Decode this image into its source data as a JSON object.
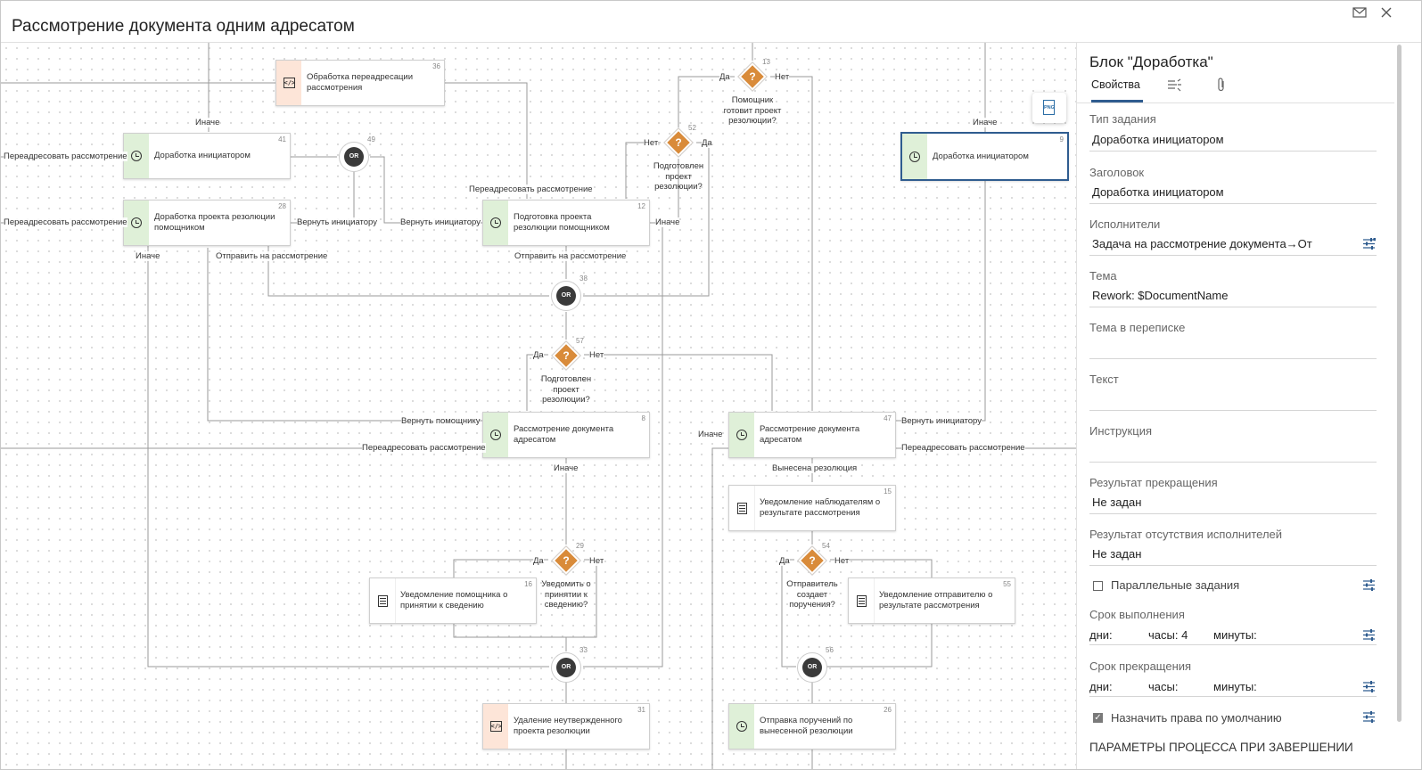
{
  "window": {
    "title": "Рассмотрение документа одним адресатом"
  },
  "blocks": {
    "b36": {
      "label": "Обработка переадресации рассмотрения",
      "num": "36"
    },
    "b41": {
      "label": "Доработка инициатором",
      "num": "41"
    },
    "b28": {
      "label": "Доработка проекта резолюции помощником",
      "num": "28"
    },
    "b12": {
      "label": "Подготовка проекта резолюции помощником",
      "num": "12"
    },
    "b9": {
      "label": "Доработка инициатором",
      "num": "9"
    },
    "b8": {
      "label": "Рассмотрение документа адресатом",
      "num": "8"
    },
    "b47": {
      "label": "Рассмотрение документа адресатом",
      "num": "47"
    },
    "b15": {
      "label": "Уведомление наблюдателям о результате рассмотрения",
      "num": "15"
    },
    "b16": {
      "label": "Уведомление помощника о принятии к сведению",
      "num": "16"
    },
    "b55": {
      "label": "Уведомление отправителю о результате рассмотрения",
      "num": "55"
    },
    "b31": {
      "label": "Удаление неутвержденного проекта резолюции",
      "num": "31"
    },
    "b26": {
      "label": "Отправка поручений по вынесенной резолюции",
      "num": "26"
    }
  },
  "ors": {
    "o49": "49",
    "o38": "38",
    "o33": "33",
    "o56": "56",
    "text": "OR"
  },
  "diamonds": {
    "d13": {
      "num": "13",
      "text": "Помощник готовит проект резолюции?"
    },
    "d52": {
      "num": "52",
      "text": "Подготовлен проект резолюции?"
    },
    "d57": {
      "num": "57",
      "text": "Подготовлен проект резолюции?"
    },
    "d29": {
      "num": "29",
      "text": "Уведомить о принятии к сведению?"
    },
    "d54": {
      "num": "54",
      "text": "Отправитель создает поручения?"
    },
    "q": "?"
  },
  "conn": {
    "inache": "Иначе",
    "readdress": "Переадресовать рассмотрение",
    "return_initiator": "Вернуть инициатору",
    "send_review": "Отправить на рассмотрение",
    "return_assistant": "Вернуть помощнику",
    "resolution": "Вынесена резолюция",
    "yes": "Да",
    "no": "Нет"
  },
  "panel": {
    "title": "Блок \"Доработка\"",
    "tab_props": "Свойства",
    "task_type_label": "Тип задания",
    "task_type_value": "Доработка инициатором",
    "header_label": "Заголовок",
    "header_value": "Доработка инициатором",
    "performers_label": "Исполнители",
    "performers_value": "Задача на рассмотрение документа→От",
    "subject_label": "Тема",
    "subject_value": "Rework: $DocumentName",
    "thread_label": "Тема в переписке",
    "text_label": "Текст",
    "instruction_label": "Инструкция",
    "abort_result_label": "Результат прекращения",
    "abort_result_value": "Не задан",
    "no_perf_label": "Результат отсутствия исполнителей",
    "no_perf_value": "Не задан",
    "parallel_label": "Параллельные задания",
    "deadline_label": "Срок выполнения",
    "deadline_days": "дни:",
    "deadline_hours": "часы: 4",
    "deadline_minutes": "минуты:",
    "abort_term_label": "Срок прекращения",
    "abort_days": "дни:",
    "abort_hours": "часы:",
    "abort_minutes": "минуты:",
    "default_rights_label": "Назначить права по умолчанию",
    "section_label": "ПАРАМЕТРЫ ПРОЦЕССА ПРИ ЗАВЕРШЕНИИ"
  },
  "icons": {
    "mail": "mail-icon",
    "close": "close-icon",
    "png": "PNG"
  }
}
